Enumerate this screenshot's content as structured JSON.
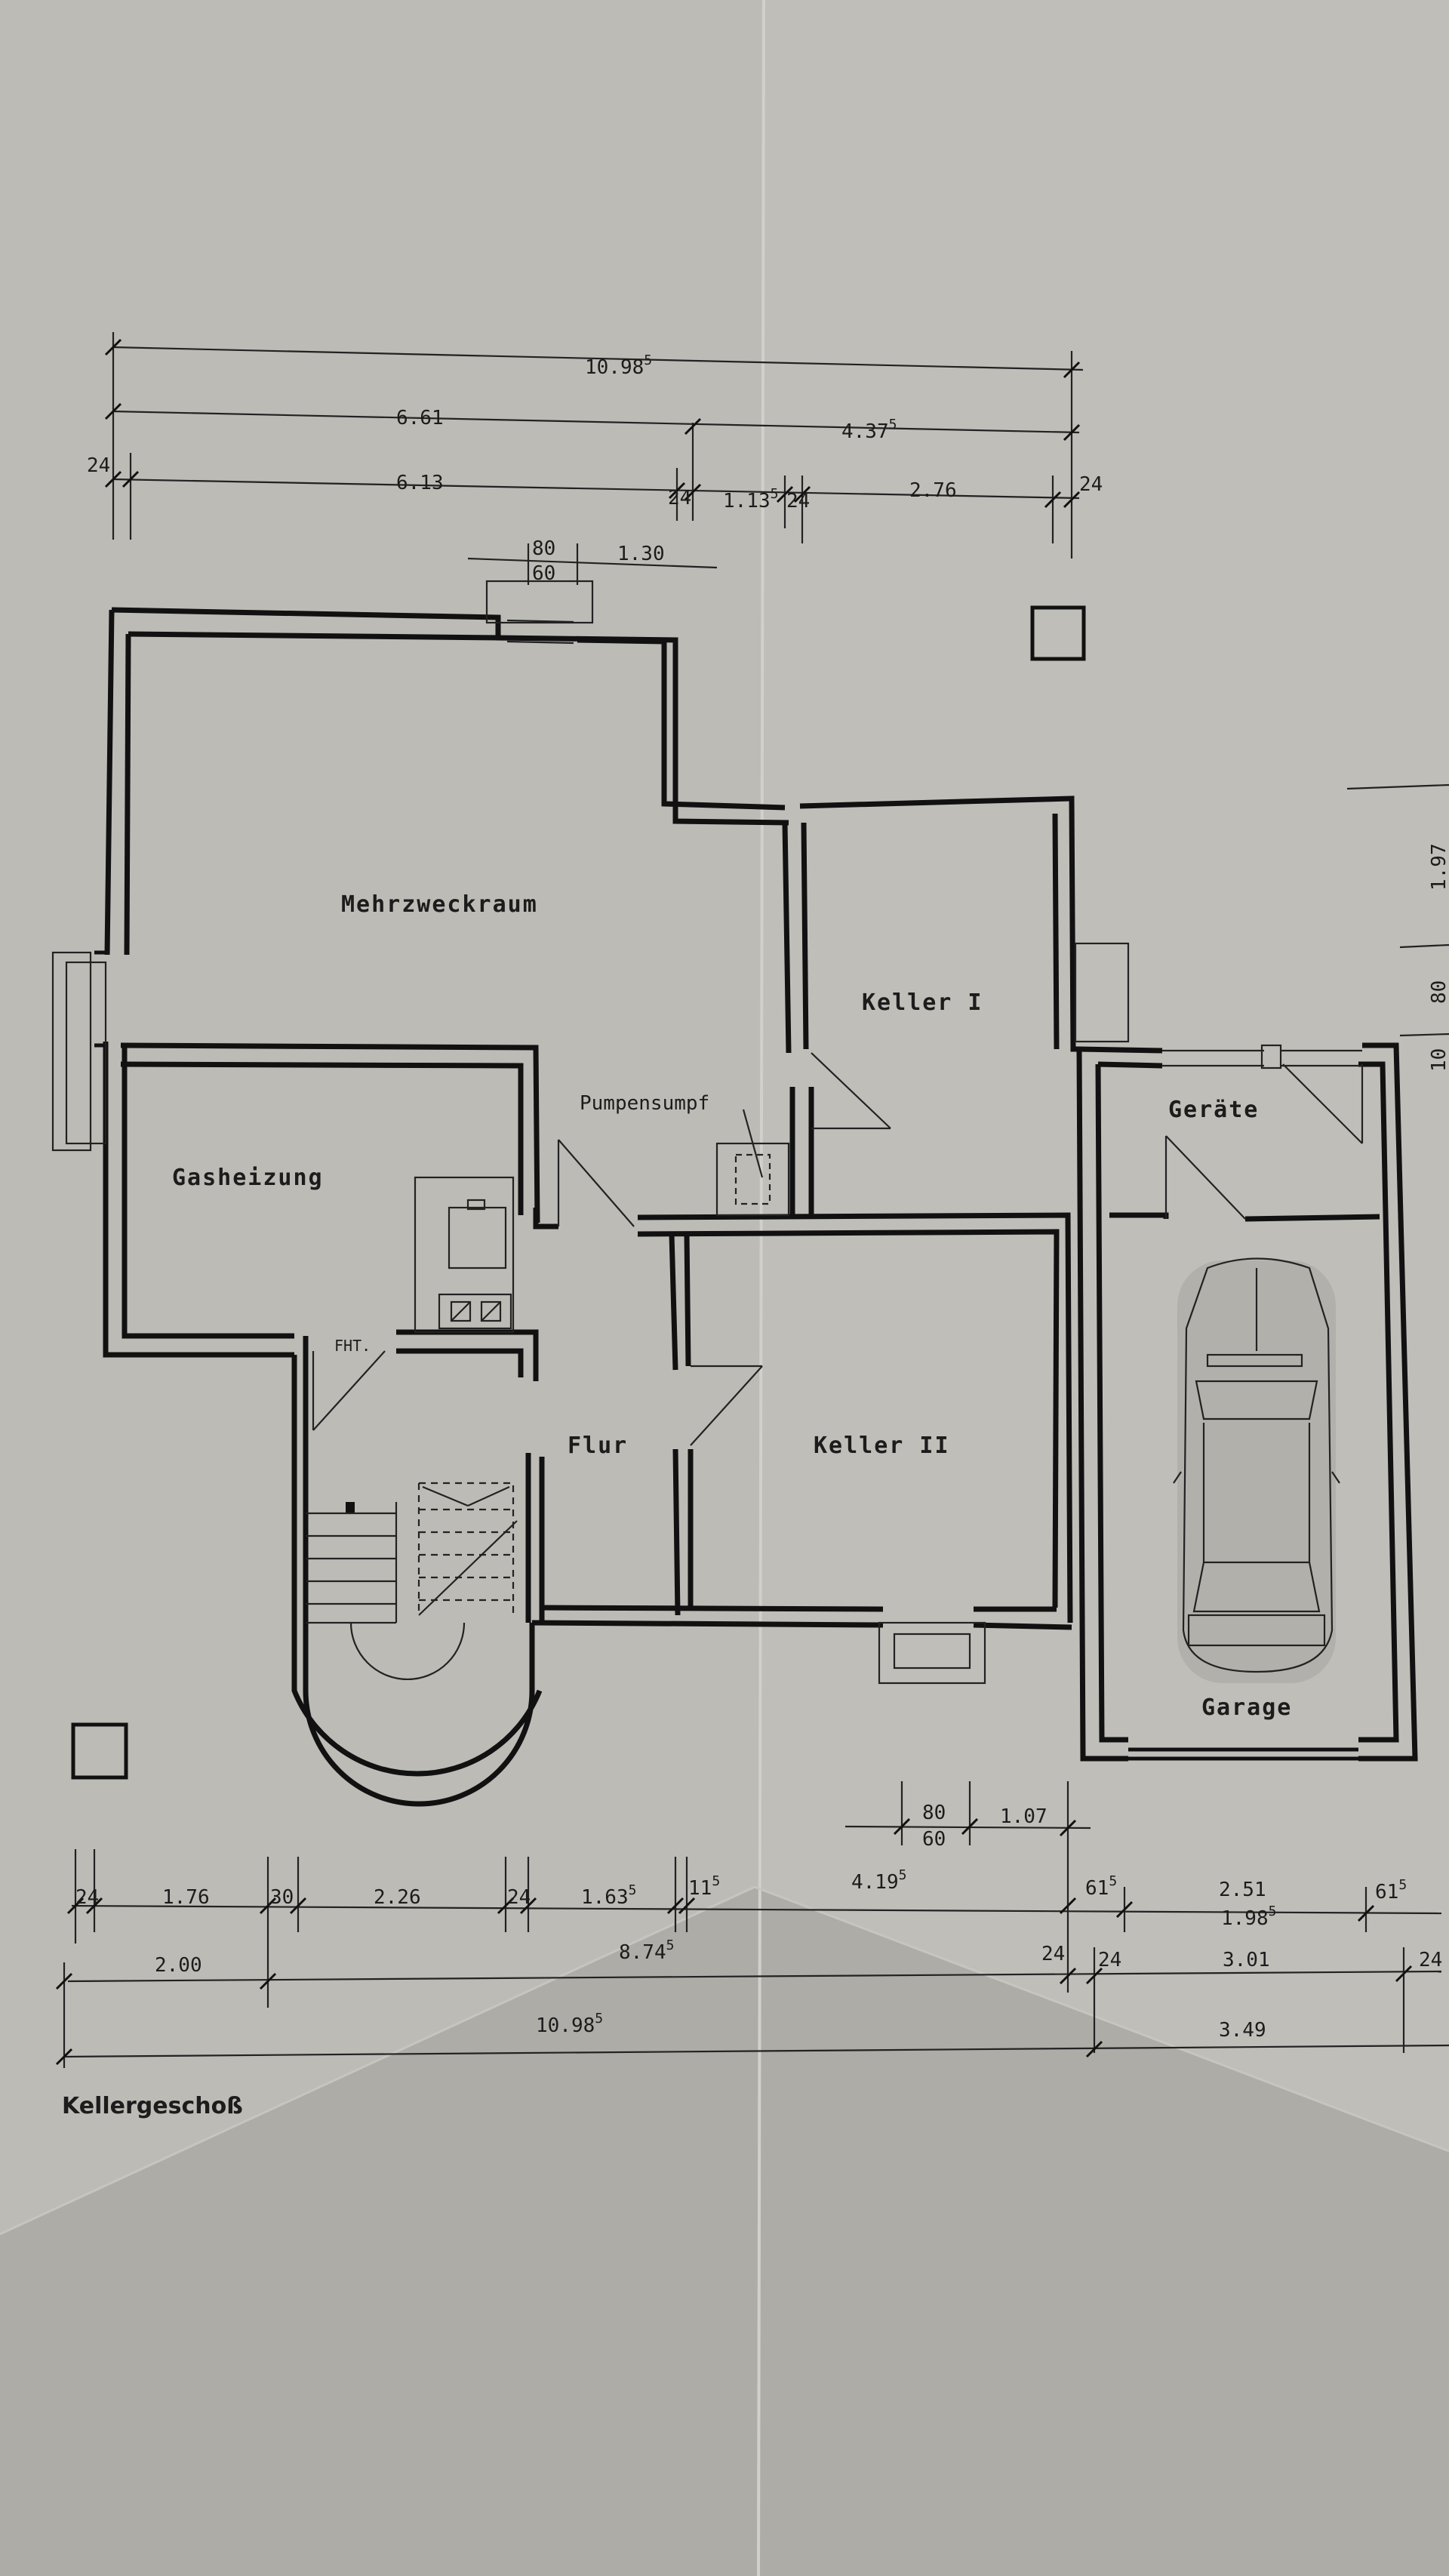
{
  "drawing": {
    "title": "Kellergeschoß",
    "colors": {
      "paper": "#b9b7b2",
      "ink": "#111111",
      "fold": "#a9a7a2"
    }
  },
  "rooms": {
    "mehrzweckraum": "Mehrzweckraum",
    "gasheizung": "Gasheizung",
    "keller1": "Keller I",
    "keller2": "Keller II",
    "flur": "Flur",
    "geraete": "Geräte",
    "garage": "Garage",
    "pumpensumpf": "Pumpensumpf",
    "fht": "FHT."
  },
  "dims_top": {
    "r1_total": "10.98",
    "r1_total_sup": "5",
    "r2_a": "6.61",
    "r2_b": "4.37",
    "r2_b_sup": "5",
    "r3_a": "24",
    "r3_b": "6.13",
    "r3_c": "24",
    "r3_d": "1.13",
    "r3_d_sup": "5",
    "r3_e": "24",
    "r3_f": "2.76",
    "r3_g": "24",
    "win_80": "80",
    "win_60": "60",
    "win_130": "1.30"
  },
  "dims_bottom": {
    "win_80": "80",
    "win_60": "60",
    "win_107": "1.07",
    "r1_a": "24",
    "r1_b": "1.76",
    "r1_c": "30",
    "r1_d": "2.26",
    "r1_e": "24",
    "r1_f": "1.63",
    "r1_f_sup": "5",
    "r1_g": "11",
    "r1_g_sup": "5",
    "r1_h": "4.19",
    "r1_h_sup": "5",
    "r1_i": "61",
    "r1_i_sup": "5",
    "r1_j": "2.51",
    "r1_k": "61",
    "r1_k_sup": "5",
    "r1_l": "1.98",
    "r1_l_sup": "5",
    "r2_a": "2.00",
    "r2_b": "8.74",
    "r2_b_sup": "5",
    "r2_c": "24",
    "r2_d": "24",
    "r2_e": "3.01",
    "r2_f": "24",
    "r3_a": "10.98",
    "r3_a_sup": "5",
    "r3_b": "3.49"
  },
  "dims_right": {
    "a": "1.97",
    "b": "80",
    "c": "10"
  }
}
